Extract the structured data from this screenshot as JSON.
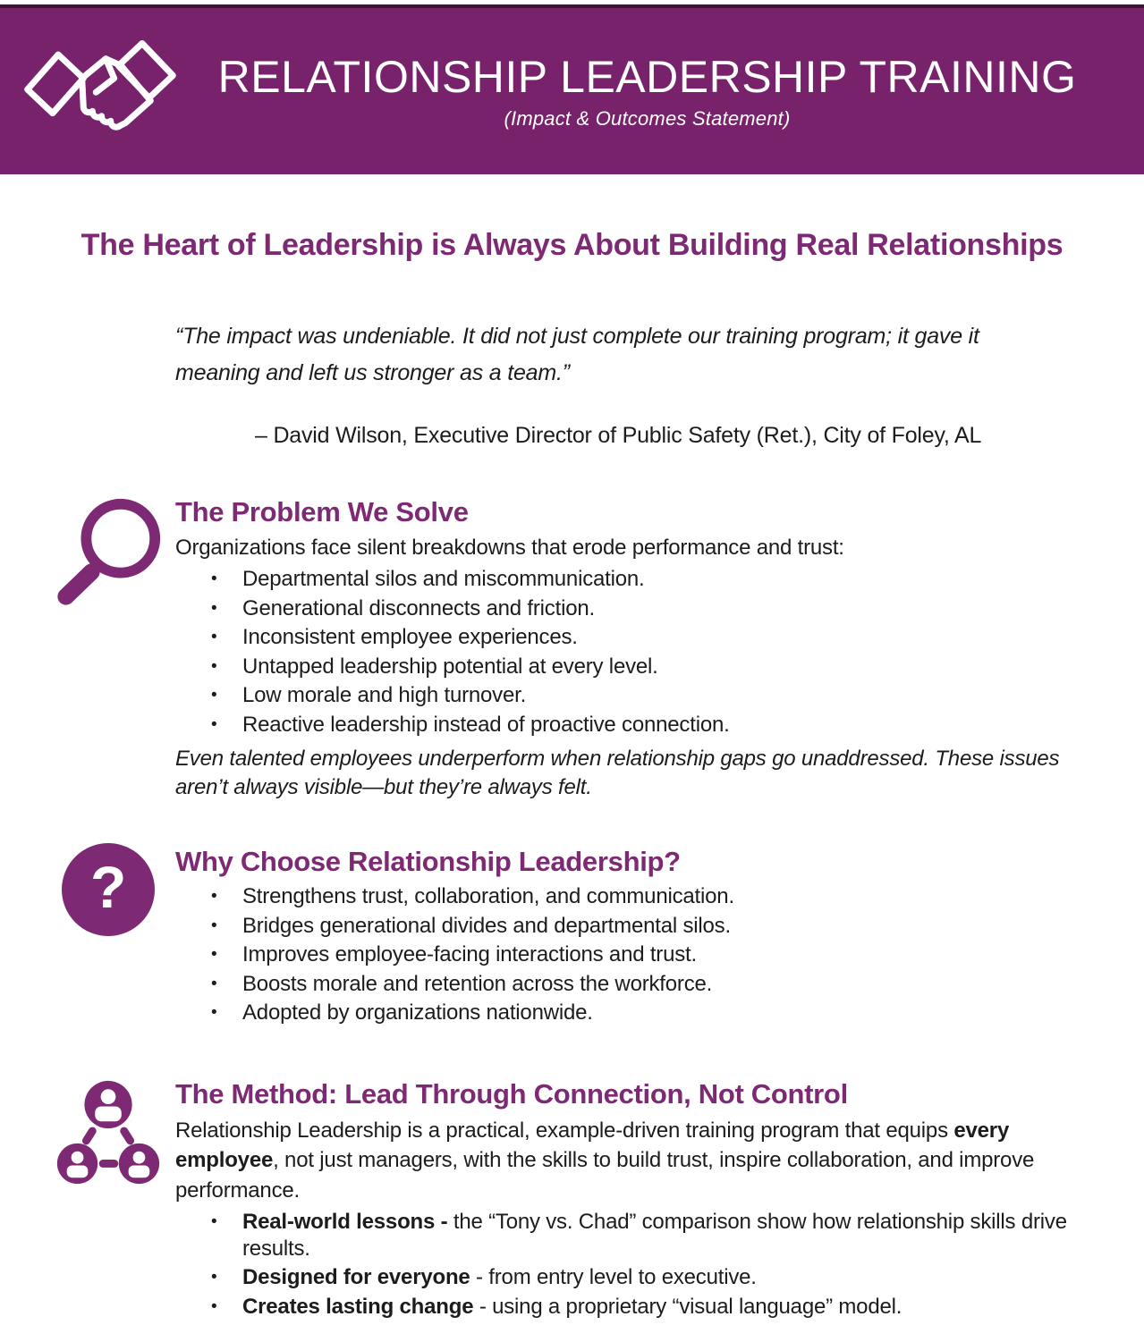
{
  "colors": {
    "banner_bg": "#78226b",
    "banner_top_line": "#43113c",
    "accent": "#7d2973",
    "text": "#1c1c1c"
  },
  "banner": {
    "icon": "handshake-icon",
    "title": "RELATIONSHIP LEADERSHIP TRAINING",
    "subtitle": "(Impact & Outcomes Statement)"
  },
  "headline": "The Heart of Leadership is Always About Building Real Relationships",
  "testimonial": {
    "quote": "“The impact was undeniable. It did not just complete our training program; it gave it meaning and left us stronger as a team.”",
    "attribution": "– David Wilson, Executive Director of Public Safety (Ret.), City of Foley, AL"
  },
  "problem": {
    "icon": "magnifier-icon",
    "heading": "The Problem We Solve",
    "intro": "Organizations face silent breakdowns that erode performance and trust:",
    "bullets": [
      "Departmental silos and miscommunication.",
      "Generational disconnects and friction.",
      "Inconsistent employee experiences.",
      "Untapped leadership potential at every level.",
      "Low morale and high turnover.",
      "Reactive leadership instead of proactive connection."
    ],
    "outro": "Even talented employees underperform when relationship gaps go unaddressed. These issues aren’t always visible—but they’re always felt."
  },
  "why": {
    "icon": "question-icon",
    "heading": "Why Choose Relationship Leadership?",
    "question_mark": "?",
    "bullets": [
      "Strengthens trust, collaboration, and communication.",
      "Bridges generational divides and departmental silos.",
      "Improves employee-facing interactions and trust.",
      "Boosts morale and retention across the workforce.",
      "Adopted by organizations nationwide."
    ]
  },
  "method": {
    "icon": "people-network-icon",
    "heading": "The Method: Lead Through Connection, Not Control",
    "intro_before": "Relationship Leadership is a practical, example-driven training program that equips ",
    "intro_bold": "every employee",
    "intro_after": ", not just managers, with the skills to build trust, inspire collaboration, and improve performance.",
    "bullets": [
      {
        "bold": "Real-world lessons -",
        "text": " the “Tony vs. Chad” comparison show how relationship skills drive results."
      },
      {
        "bold": "Designed for everyone",
        "text": " - from entry level to executive."
      },
      {
        "bold": "Creates lasting change",
        "text": " - using a proprietary “visual language” model."
      }
    ]
  },
  "bullet_glyph": "•"
}
